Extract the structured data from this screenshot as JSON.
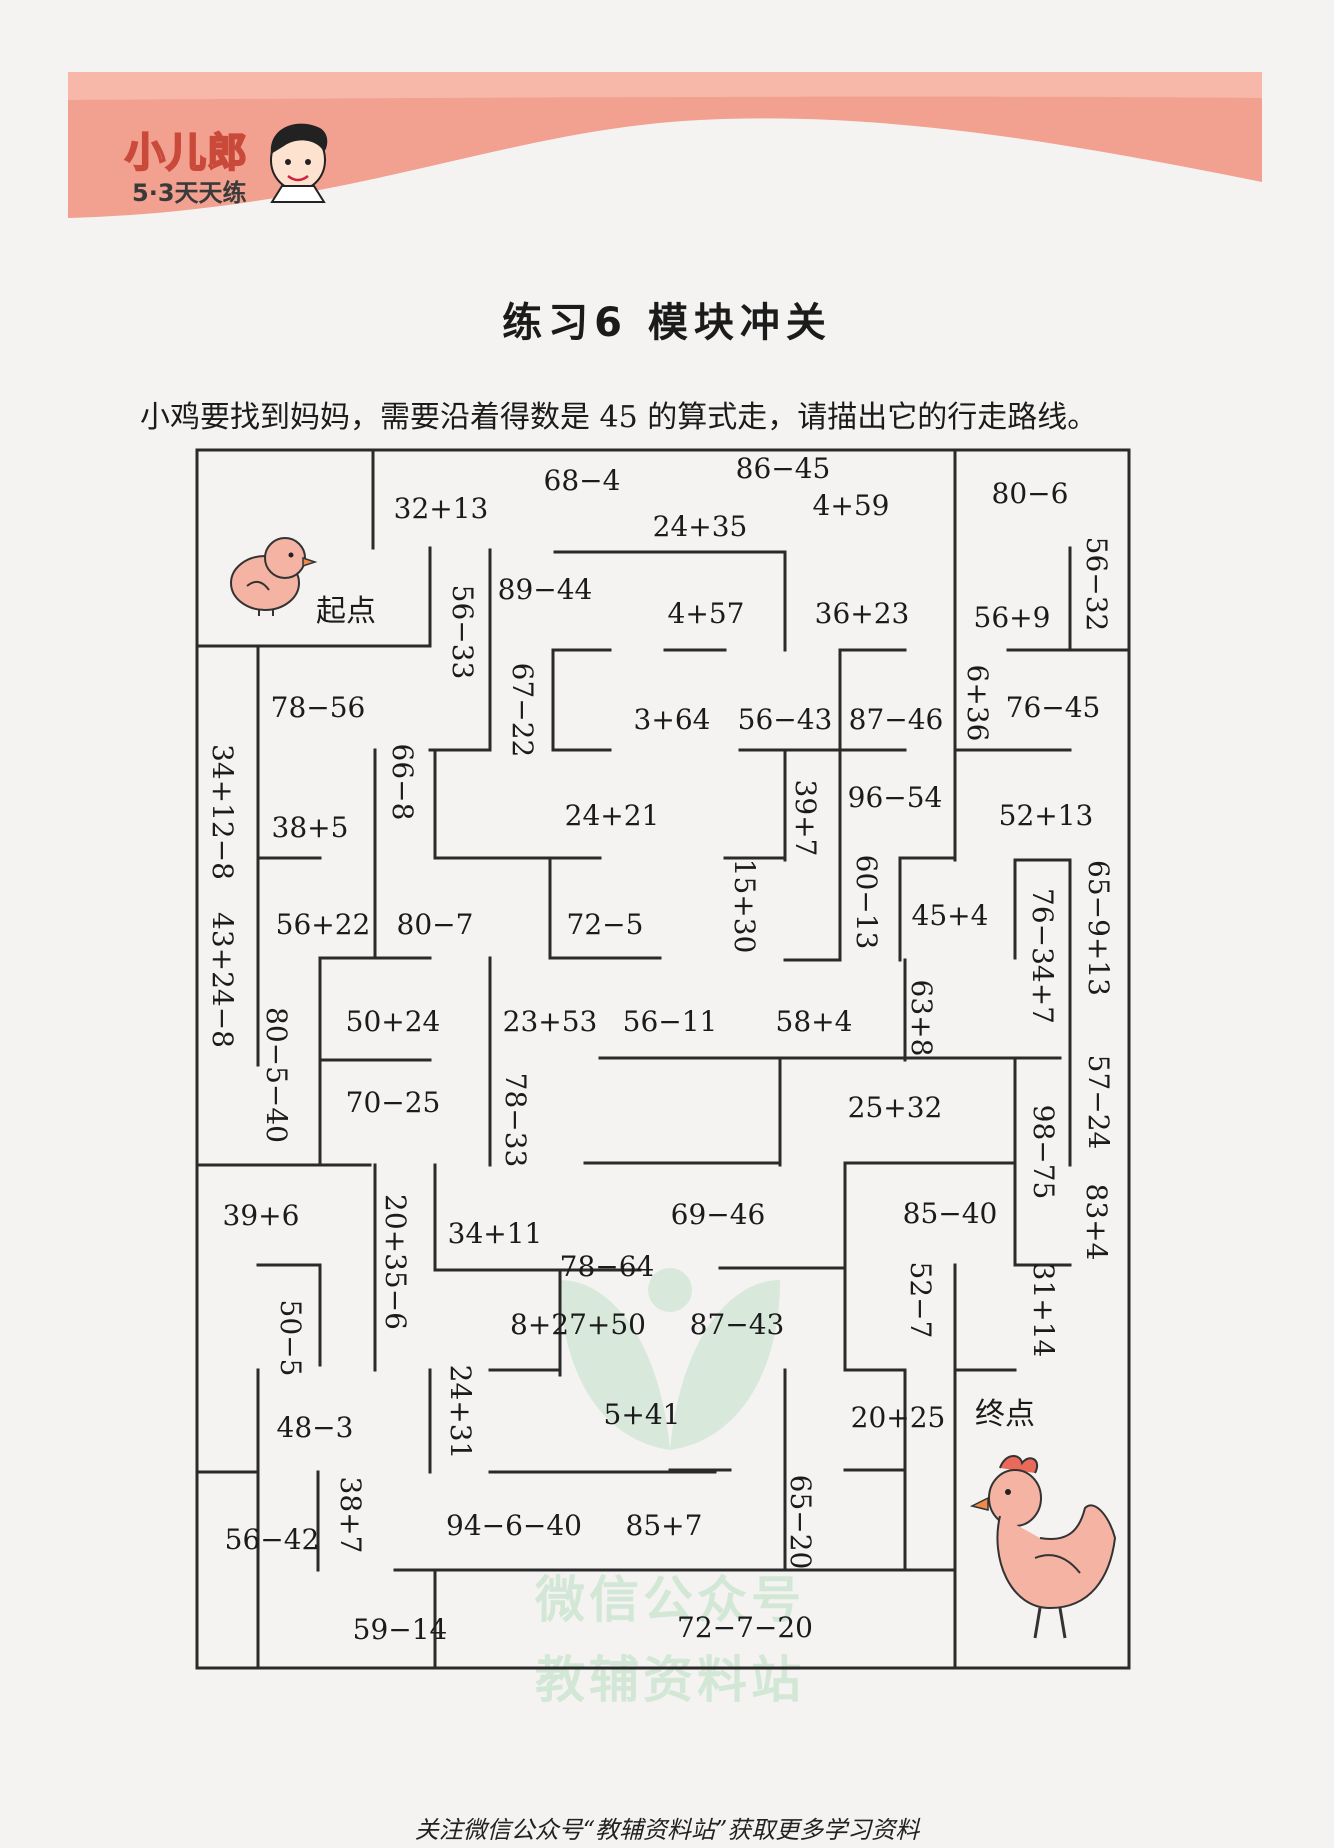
{
  "header": {
    "brand_name": "小儿郎",
    "brand_series": "5·3天天练",
    "colors": {
      "band": "#f2a090",
      "band_light": "#f8d0c6"
    }
  },
  "title": "练习6  模块冲关",
  "instruction": "小鸡要找到妈妈，需要沿着得数是 45 的算式走，请描出它的行走路线。",
  "labels": {
    "start": "起点",
    "end": "终点"
  },
  "icons": [
    "chick-icon",
    "hen-icon",
    "boy-mascot-icon",
    "logo-leaf-icon"
  ],
  "maze_expressions": [
    "68−4",
    "86−45",
    "32+13",
    "4+59",
    "80−6",
    "24+35",
    "89−44",
    "4+57",
    "36+23",
    "56+9",
    "56−32",
    "56−33",
    "78−56",
    "67−22",
    "3+64",
    "56−43",
    "87−46",
    "6+36",
    "76−45",
    "34+12−8",
    "66−8",
    "39+7",
    "96−54",
    "24+21",
    "52+13",
    "38+5",
    "60−13",
    "15+30",
    "65−9+13",
    "76−34+7",
    "56+22",
    "80−7",
    "72−5",
    "45+4",
    "43+24−8",
    "50+24",
    "23+53",
    "56−11",
    "58+4",
    "63+8",
    "80−5−40",
    "70−25",
    "78−33",
    "25+32",
    "57−24",
    "98−75",
    "39+6",
    "20+35−6",
    "34+11",
    "69−46",
    "85−40",
    "83+4",
    "78−64",
    "31+14",
    "52−7",
    "50−5",
    "8+27+50",
    "87−43",
    "24+31",
    "5+41",
    "20+25",
    "48−3",
    "38+7",
    "56−42",
    "94−6−40",
    "85+7",
    "65−20",
    "59−14",
    "72−7−20"
  ],
  "watermark": {
    "line1": "微信公众号",
    "line2": "教辅资料站"
  },
  "footer": "关注微信公众号“教辅资料站”获取更多学习资料"
}
